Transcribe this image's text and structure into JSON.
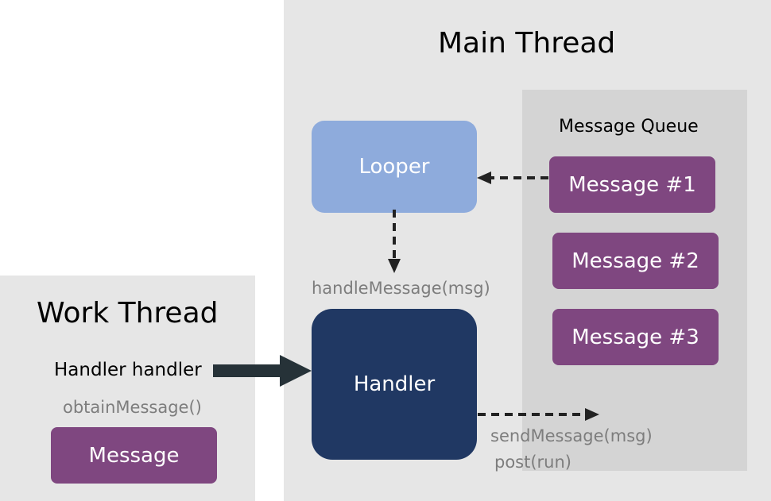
{
  "main_thread": {
    "title": "Main Thread"
  },
  "work_thread": {
    "title": "Work Thread",
    "handler_text": "Handler handler",
    "obtain_text": "obtainMessage()",
    "message_label": "Message"
  },
  "looper": {
    "label": "Looper"
  },
  "handler": {
    "label": "Handler"
  },
  "message_queue": {
    "title": "Message Queue",
    "messages": [
      "Message #1",
      "Message #2",
      "Message #3"
    ]
  },
  "annotations": {
    "handle_message": "handleMessage(msg)",
    "send_message": "sendMessage(msg)",
    "post": "post(run)"
  },
  "colors": {
    "panel_bg": "#e6e6e6",
    "queue_bg": "#d4d4d4",
    "looper": "#8eabdc",
    "handler": "#203863",
    "message": "#7f4780",
    "arrow": "#222222",
    "solid_arrow": "#263238"
  }
}
